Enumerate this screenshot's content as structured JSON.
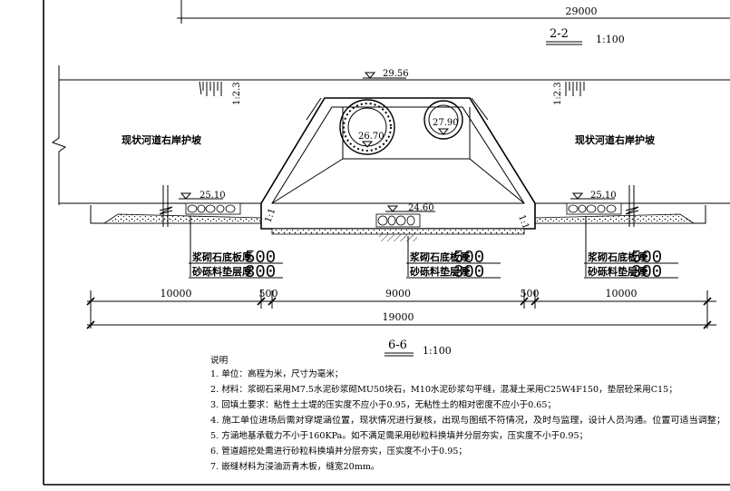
{
  "top_section": {
    "dim_total": "29000",
    "section_id": "2-2",
    "scale": "1:100"
  },
  "section": {
    "elevation_top": "29.56",
    "elevation_pipe_large": "26.70",
    "elevation_pipe_small": "27.90",
    "elevation_left_bank": "25.10",
    "elevation_right_bank": "25.10",
    "elevation_channel": "24.60",
    "slope_left": "1:2.3",
    "slope_right": "1:2.3",
    "slope_ratio_left": "1:1",
    "slope_ratio_right": "1:1",
    "bank_label_left": "现状河道右岸护坡",
    "bank_label_right": "现状河道右岸护坡",
    "layer_stone_text": "浆砌石底板厚",
    "layer_stone_value": "500",
    "layer_gravel_text": "砂砾料垫层厚",
    "layer_gravel_value": "300",
    "dims": [
      "10000",
      "500",
      "9000",
      "500",
      "10000"
    ],
    "dim_total": "19000",
    "section_id": "6-6",
    "scale": "1:100"
  },
  "notes": {
    "title": "说明",
    "items": [
      "1. 单位：高程为米，尺寸为毫米；",
      "2. 材料：浆砌石采用M7.5水泥砂浆砌MU50块石，M10水泥砂浆勾平缝，混凝土采用C25W4F150，垫层砼采用C15；",
      "3. 回填土要求：粘性土土堤的压实度不应小于0.95，无粘性土的相对密度不应小于0.65；",
      "4. 施工单位进场后需对穿堤涵位置，现状情况进行复核，出现与图纸不符情况，及时与监理，设计人员沟通。位置可适当调整；",
      "5. 方涵地基承载力不小于160KPa。如不满足需采用砂粒料换填并分层夯实，压实度不小于0.95；",
      "6. 管道超挖处需进行砂粒料换填并分层夯实，压实度不小于0.95；",
      "7. 嵌缝材料为浸油沥青木板，缝宽20mm。"
    ]
  }
}
